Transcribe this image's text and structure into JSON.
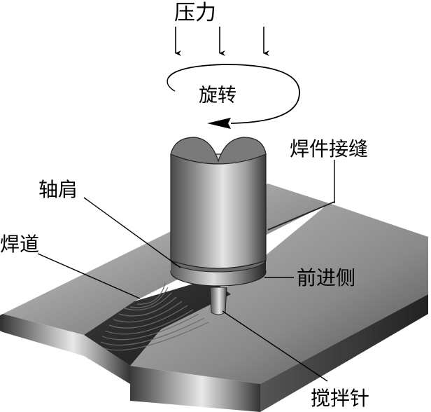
{
  "labels": {
    "pressure": "压力",
    "rotation": "旋转",
    "joint": "焊件接缝",
    "shoulder": "轴肩",
    "weld_bead": "焊道",
    "advancing_side": "前进侧",
    "pin": "搅拌针"
  }
}
